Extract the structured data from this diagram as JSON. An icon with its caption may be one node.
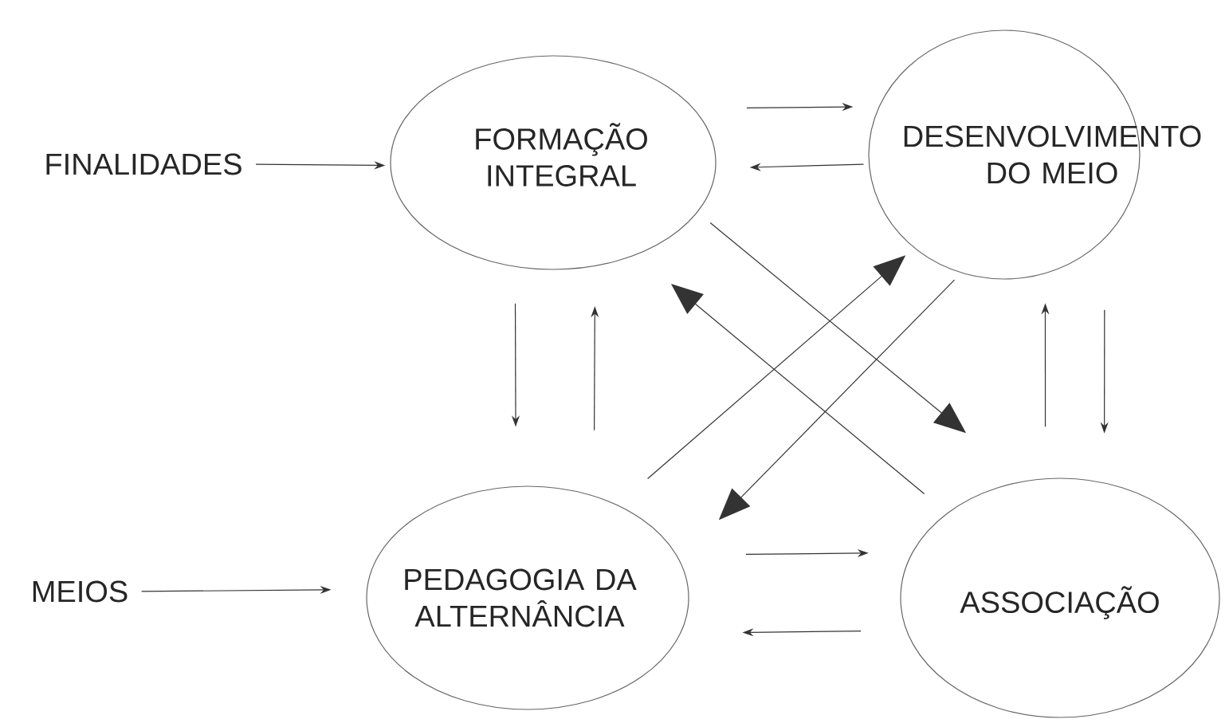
{
  "diagram": {
    "nodes": [
      {
        "text": [
          "FINALIDADES"
        ]
      },
      {
        "text": [
          "FORMAÇÃO INTEGRAL"
        ]
      },
      {
        "text": [
          "DESENVOLVIMENTO DO MEIO"
        ]
      },
      {
        "text": [
          "MEIOS"
        ]
      },
      {
        "text": [
          "PEDAGOGIA DA ALTERNÂNCIA"
        ]
      },
      {
        "text": [
          "ASSOCIAÇÃO"
        ]
      }
    ],
    "edges": [
      {
        "from": 0,
        "to": 1,
        "arrow": "to"
      },
      {
        "from": 1,
        "to": 2,
        "arrow": "to"
      },
      {
        "from": 2,
        "to": 1,
        "arrow": "to"
      },
      {
        "from": 1,
        "to": 4,
        "arrow": "to"
      },
      {
        "from": 4,
        "to": 1,
        "arrow": "to"
      },
      {
        "from": 2,
        "to": 5,
        "arrow": "to"
      },
      {
        "from": 5,
        "to": 2,
        "arrow": "to"
      },
      {
        "from": 3,
        "to": 4,
        "arrow": "to"
      },
      {
        "from": 4,
        "to": 5,
        "arrow": "to"
      },
      {
        "from": 5,
        "to": 4,
        "arrow": "to"
      },
      {
        "from": 1,
        "to": 5,
        "arrow": "to"
      },
      {
        "from": 5,
        "to": 1,
        "arrow": "to"
      },
      {
        "from": 4,
        "to": 2,
        "arrow": "to"
      },
      {
        "from": 2,
        "to": 4,
        "arrow": "to"
      }
    ]
  }
}
